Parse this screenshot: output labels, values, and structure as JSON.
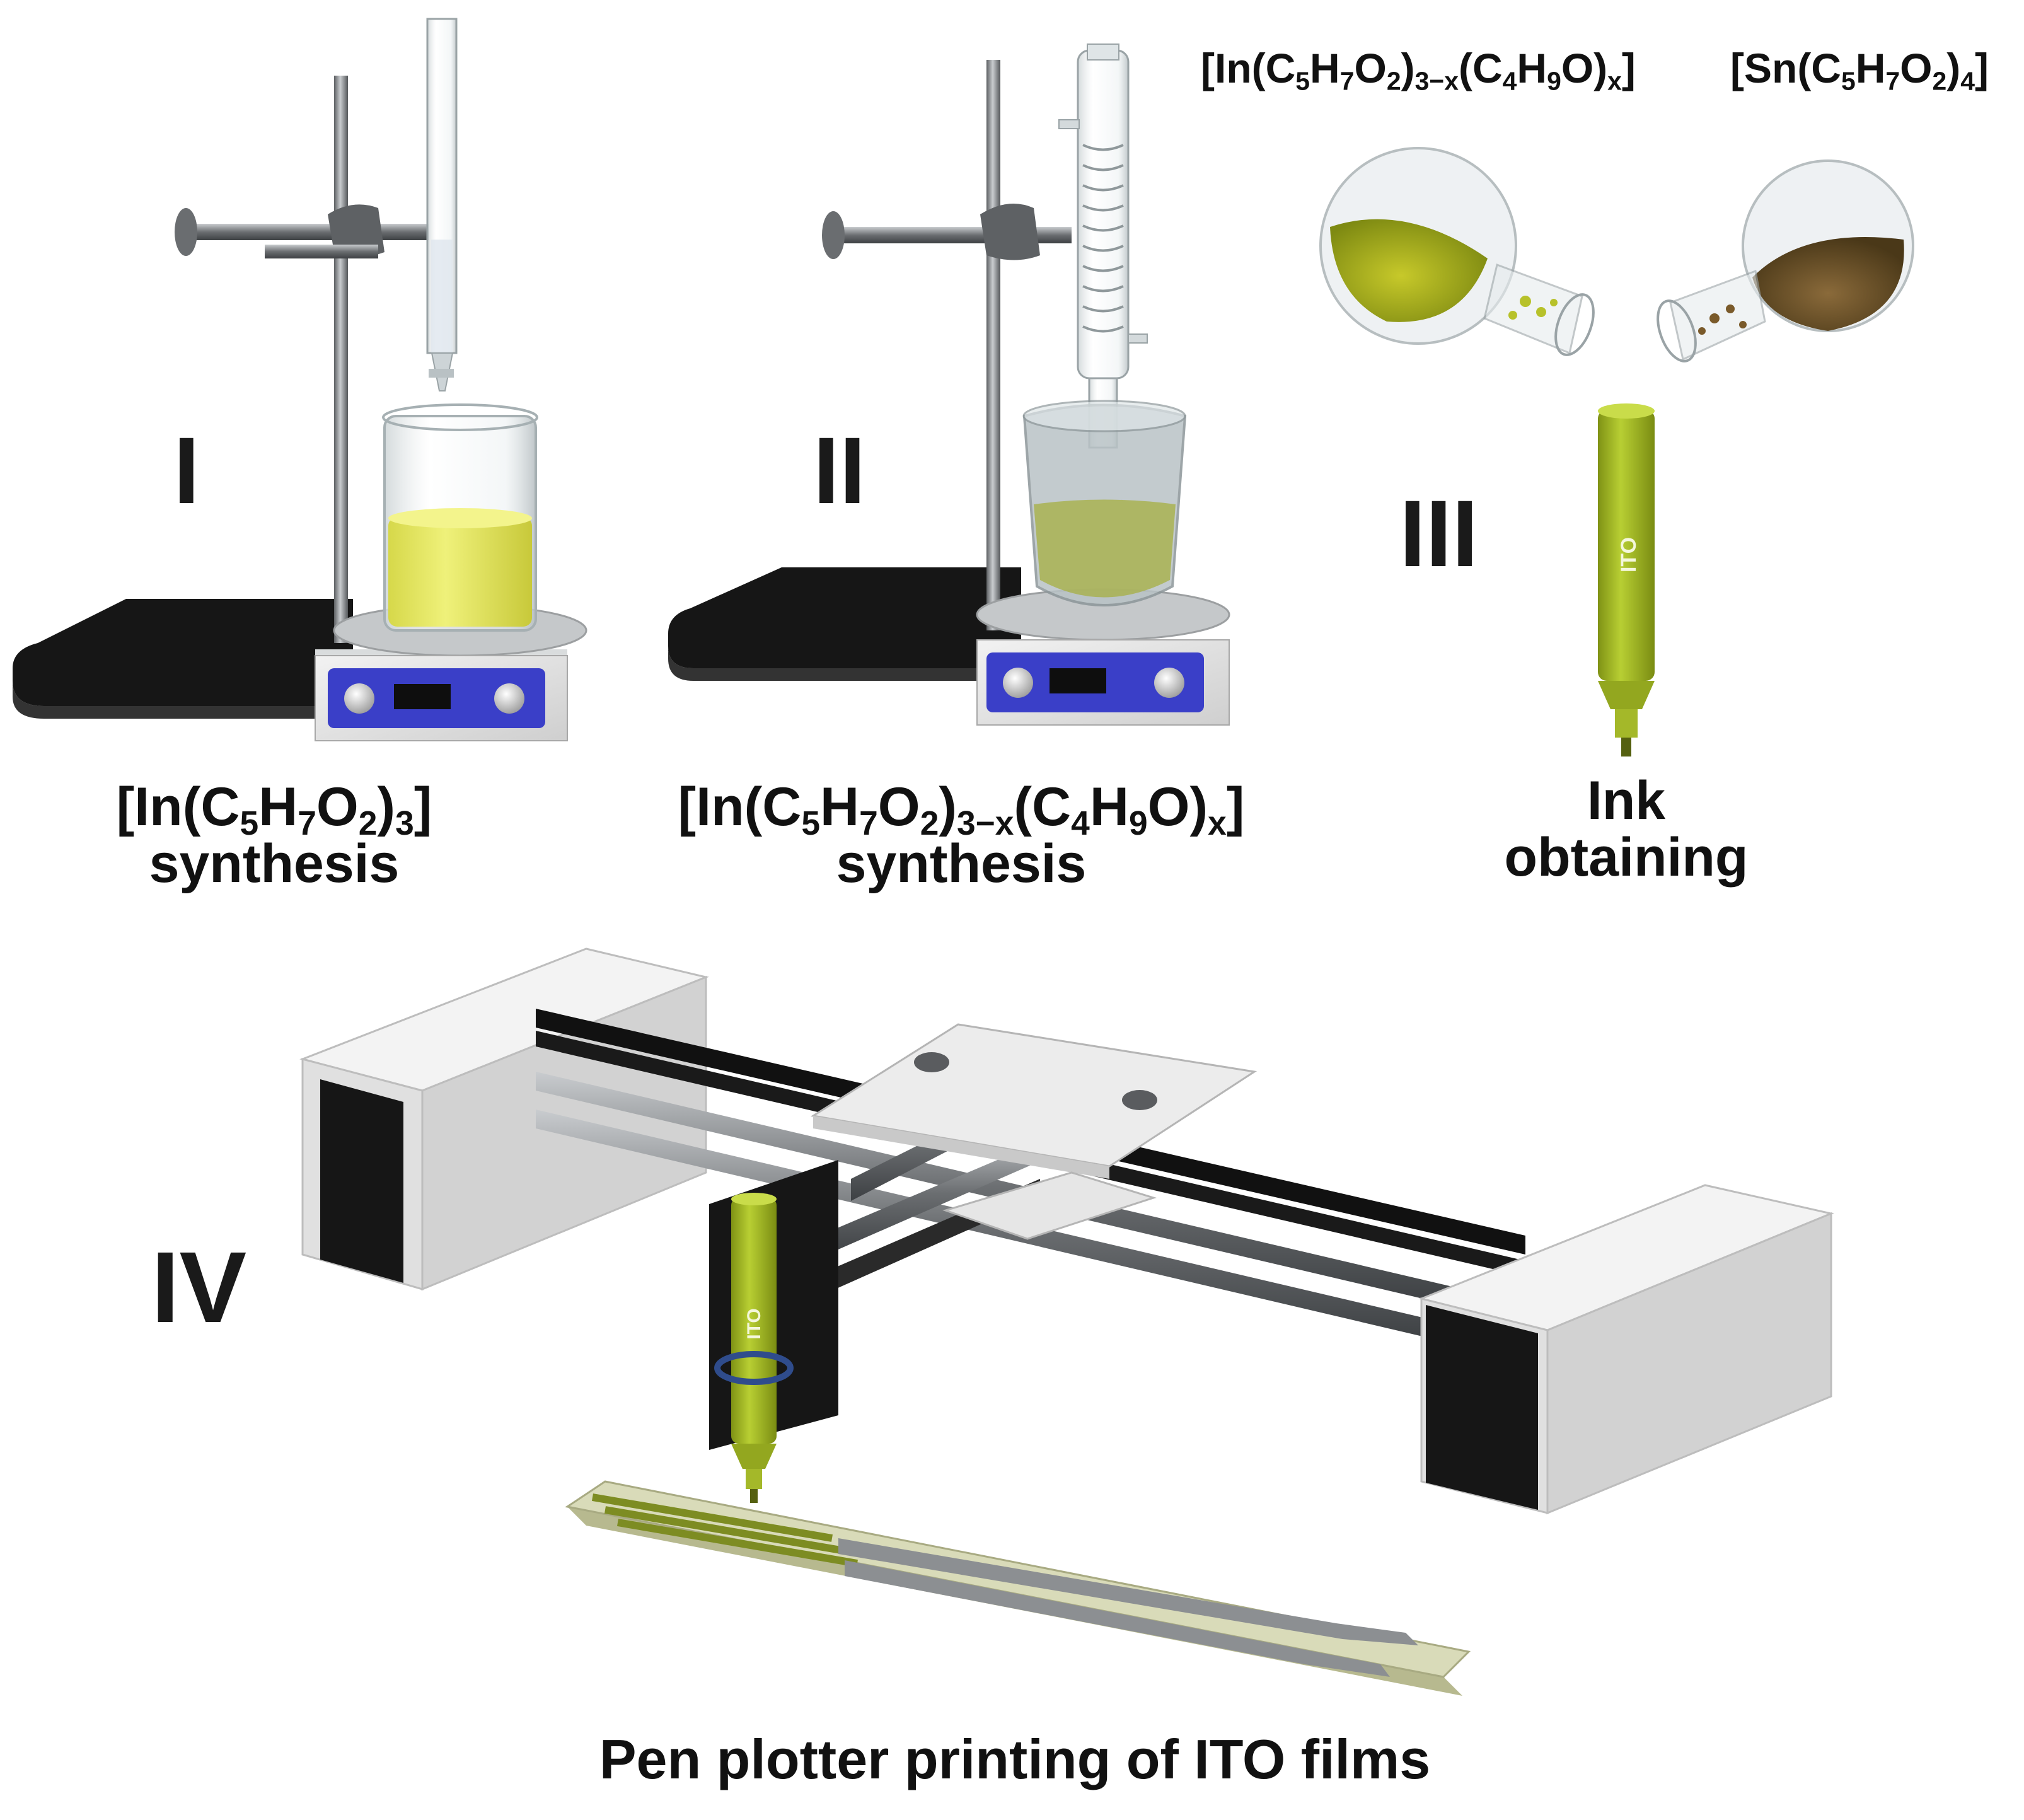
{
  "steps": {
    "I": {
      "numeral": "I",
      "caption_line2": "synthesis"
    },
    "II": {
      "numeral": "II",
      "caption_line2": "synthesis"
    },
    "III": {
      "numeral": "III",
      "caption_line1": "Ink",
      "caption_line2": "obtaining"
    },
    "IV": {
      "numeral": "IV",
      "caption": "Pen plotter printing of ITO films"
    }
  },
  "pen_label": "ITO",
  "formula_parts": {
    "in_acac": [
      "[In(C",
      "5",
      "H",
      "7",
      "O",
      "2",
      ")",
      "3",
      "]"
    ],
    "in_mixed": [
      "[In(C",
      "5",
      "H",
      "7",
      "O",
      "2",
      ")",
      "3−x",
      "(C",
      "4",
      "H",
      "9",
      "O)",
      "x",
      "]"
    ],
    "sn_acac": [
      "[Sn(C",
      "5",
      "H",
      "7",
      "O",
      "2",
      ")",
      "4",
      "]"
    ]
  },
  "colors": {
    "ink_yellow_green": "#a8bf2a",
    "solution_yellow": "#e8ea6a",
    "stirrer_panel_blue": "#3a3fc8",
    "stand_base": "#1c1c1c",
    "steel": "#8a8d90"
  }
}
